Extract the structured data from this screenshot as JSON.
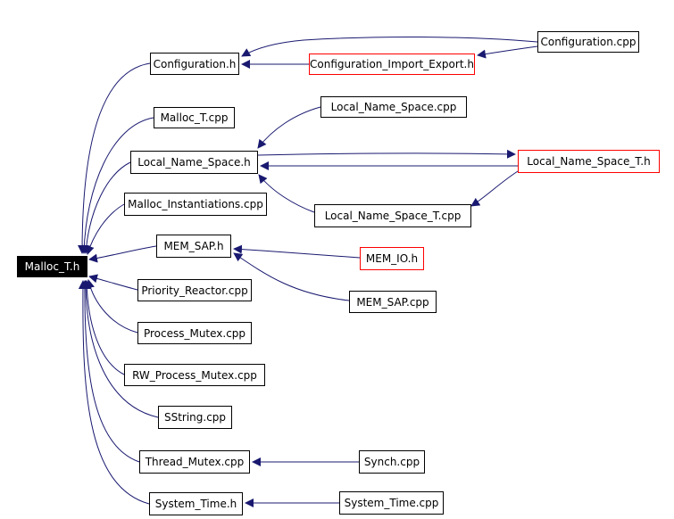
{
  "colors": {
    "edge": "#191970",
    "border": "#000000",
    "external_border": "#ff0000",
    "root_bg": "#000000",
    "root_text": "#ffffff"
  },
  "nodes": {
    "malloc_t_h": {
      "label": "Malloc_T.h"
    },
    "configuration_h": {
      "label": "Configuration.h"
    },
    "configuration_import_export_h": {
      "label": "Configuration_Import_Export.h"
    },
    "configuration_cpp": {
      "label": "Configuration.cpp"
    },
    "malloc_t_cpp": {
      "label": "Malloc_T.cpp"
    },
    "local_name_space_cpp": {
      "label": "Local_Name_Space.cpp"
    },
    "local_name_space_h": {
      "label": "Local_Name_Space.h"
    },
    "local_name_space_t_h": {
      "label": "Local_Name_Space_T.h"
    },
    "local_name_space_t_cpp": {
      "label": "Local_Name_Space_T.cpp"
    },
    "malloc_instantiations_cpp": {
      "label": "Malloc_Instantiations.cpp"
    },
    "mem_sap_h": {
      "label": "MEM_SAP.h"
    },
    "mem_io_h": {
      "label": "MEM_IO.h"
    },
    "mem_sap_cpp": {
      "label": "MEM_SAP.cpp"
    },
    "priority_reactor_cpp": {
      "label": "Priority_Reactor.cpp"
    },
    "process_mutex_cpp": {
      "label": "Process_Mutex.cpp"
    },
    "rw_process_mutex_cpp": {
      "label": "RW_Process_Mutex.cpp"
    },
    "sstring_cpp": {
      "label": "SString.cpp"
    },
    "thread_mutex_cpp": {
      "label": "Thread_Mutex.cpp"
    },
    "synch_cpp": {
      "label": "Synch.cpp"
    },
    "system_time_h": {
      "label": "System_Time.h"
    },
    "system_time_cpp": {
      "label": "System_Time.cpp"
    }
  },
  "edges": [
    {
      "from": "configuration_h",
      "to": "malloc_t_h"
    },
    {
      "from": "malloc_t_cpp",
      "to": "malloc_t_h"
    },
    {
      "from": "local_name_space_h",
      "to": "malloc_t_h"
    },
    {
      "from": "malloc_instantiations_cpp",
      "to": "malloc_t_h"
    },
    {
      "from": "mem_sap_h",
      "to": "malloc_t_h"
    },
    {
      "from": "priority_reactor_cpp",
      "to": "malloc_t_h"
    },
    {
      "from": "process_mutex_cpp",
      "to": "malloc_t_h"
    },
    {
      "from": "rw_process_mutex_cpp",
      "to": "malloc_t_h"
    },
    {
      "from": "sstring_cpp",
      "to": "malloc_t_h"
    },
    {
      "from": "thread_mutex_cpp",
      "to": "malloc_t_h"
    },
    {
      "from": "system_time_h",
      "to": "malloc_t_h"
    },
    {
      "from": "configuration_import_export_h",
      "to": "configuration_h"
    },
    {
      "from": "configuration_cpp",
      "to": "configuration_h"
    },
    {
      "from": "configuration_cpp",
      "to": "configuration_import_export_h"
    },
    {
      "from": "local_name_space_cpp",
      "to": "local_name_space_h"
    },
    {
      "from": "local_name_space_t_h",
      "to": "local_name_space_h"
    },
    {
      "from": "local_name_space_t_cpp",
      "to": "local_name_space_h"
    },
    {
      "from": "local_name_space_h",
      "to": "local_name_space_t_h"
    },
    {
      "from": "local_name_space_t_h",
      "to": "local_name_space_t_cpp"
    },
    {
      "from": "mem_io_h",
      "to": "mem_sap_h"
    },
    {
      "from": "mem_sap_cpp",
      "to": "mem_sap_h"
    },
    {
      "from": "synch_cpp",
      "to": "thread_mutex_cpp"
    },
    {
      "from": "system_time_cpp",
      "to": "system_time_h"
    }
  ]
}
